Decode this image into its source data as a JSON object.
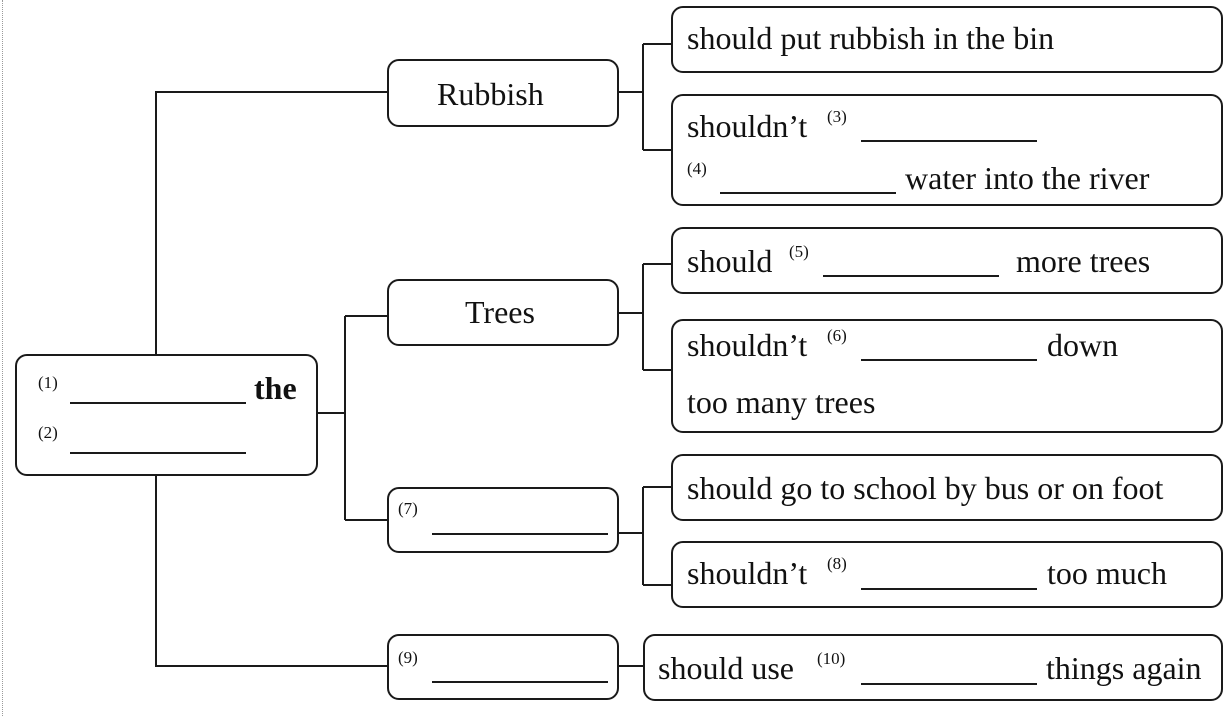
{
  "root": {
    "num1": "(1)",
    "num2": "(2)",
    "word": "the"
  },
  "rubbish": {
    "label": "Rubbish",
    "should": "should put rubbish in the bin",
    "shouldnt": "shouldn’t",
    "num3": "(3)",
    "num4": "(4)",
    "water": "water into the river"
  },
  "trees": {
    "label": "Trees",
    "should": "should",
    "num5": "(5)",
    "more": "more trees",
    "shouldnt": "shouldn’t",
    "num6": "(6)",
    "down": "down",
    "too_many": "too many trees"
  },
  "branch7": {
    "num7": "(7)",
    "should": "should go to school by bus or on foot",
    "shouldnt": "shouldn’t",
    "num8": "(8)",
    "too_much": "too much"
  },
  "branch9": {
    "num9": "(9)",
    "should": "should use",
    "num10": "(10)",
    "again": "things again"
  }
}
